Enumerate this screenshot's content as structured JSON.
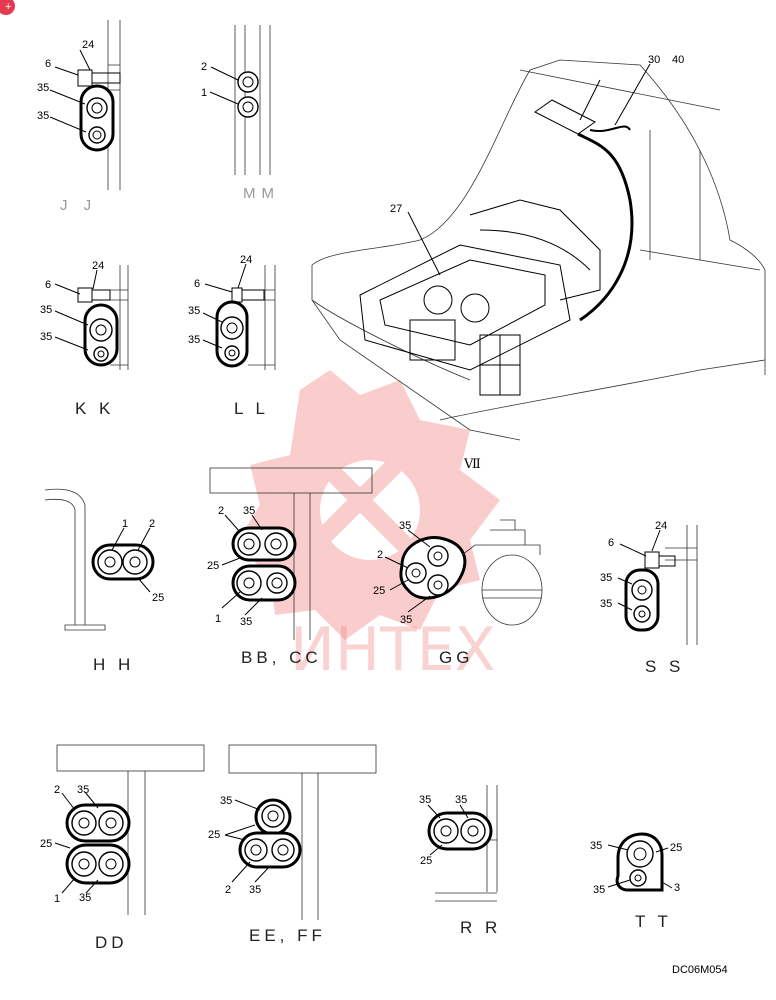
{
  "drawing_code": "DC06M054",
  "view_marker": "Ⅶ",
  "watermark": "ИНТЕХ",
  "corner_badge": "+",
  "views": {
    "jj": {
      "caption": "J J",
      "labels": [
        "24",
        "6",
        "35",
        "35"
      ]
    },
    "mm": {
      "caption": "MM",
      "labels": [
        "2",
        "1"
      ]
    },
    "kk": {
      "caption": "K K",
      "labels": [
        "24",
        "6",
        "35",
        "35"
      ]
    },
    "ll": {
      "caption": "L L",
      "labels": [
        "24",
        "6",
        "35",
        "35"
      ]
    },
    "hh": {
      "caption": "H H",
      "labels": [
        "1",
        "2",
        "25"
      ]
    },
    "bbcc": {
      "caption": "BB, CC",
      "labels": [
        "2",
        "35",
        "25",
        "1",
        "35"
      ]
    },
    "gg": {
      "caption": "GG",
      "labels": [
        "35",
        "2",
        "25",
        "35"
      ]
    },
    "ss": {
      "caption": "S S",
      "labels": [
        "24",
        "6",
        "35",
        "35"
      ]
    },
    "dd": {
      "caption": "DD",
      "labels": [
        "2",
        "35",
        "25",
        "1",
        "35"
      ]
    },
    "eeff": {
      "caption": "EE, FF",
      "labels": [
        "35",
        "25",
        "2",
        "35"
      ]
    },
    "rr": {
      "caption": "R R",
      "labels": [
        "35",
        "35",
        "25"
      ]
    },
    "tt": {
      "caption": "T T",
      "labels": [
        "35",
        "25",
        "35",
        "3"
      ]
    },
    "main": {
      "labels": [
        "30",
        "40",
        "27"
      ]
    }
  }
}
